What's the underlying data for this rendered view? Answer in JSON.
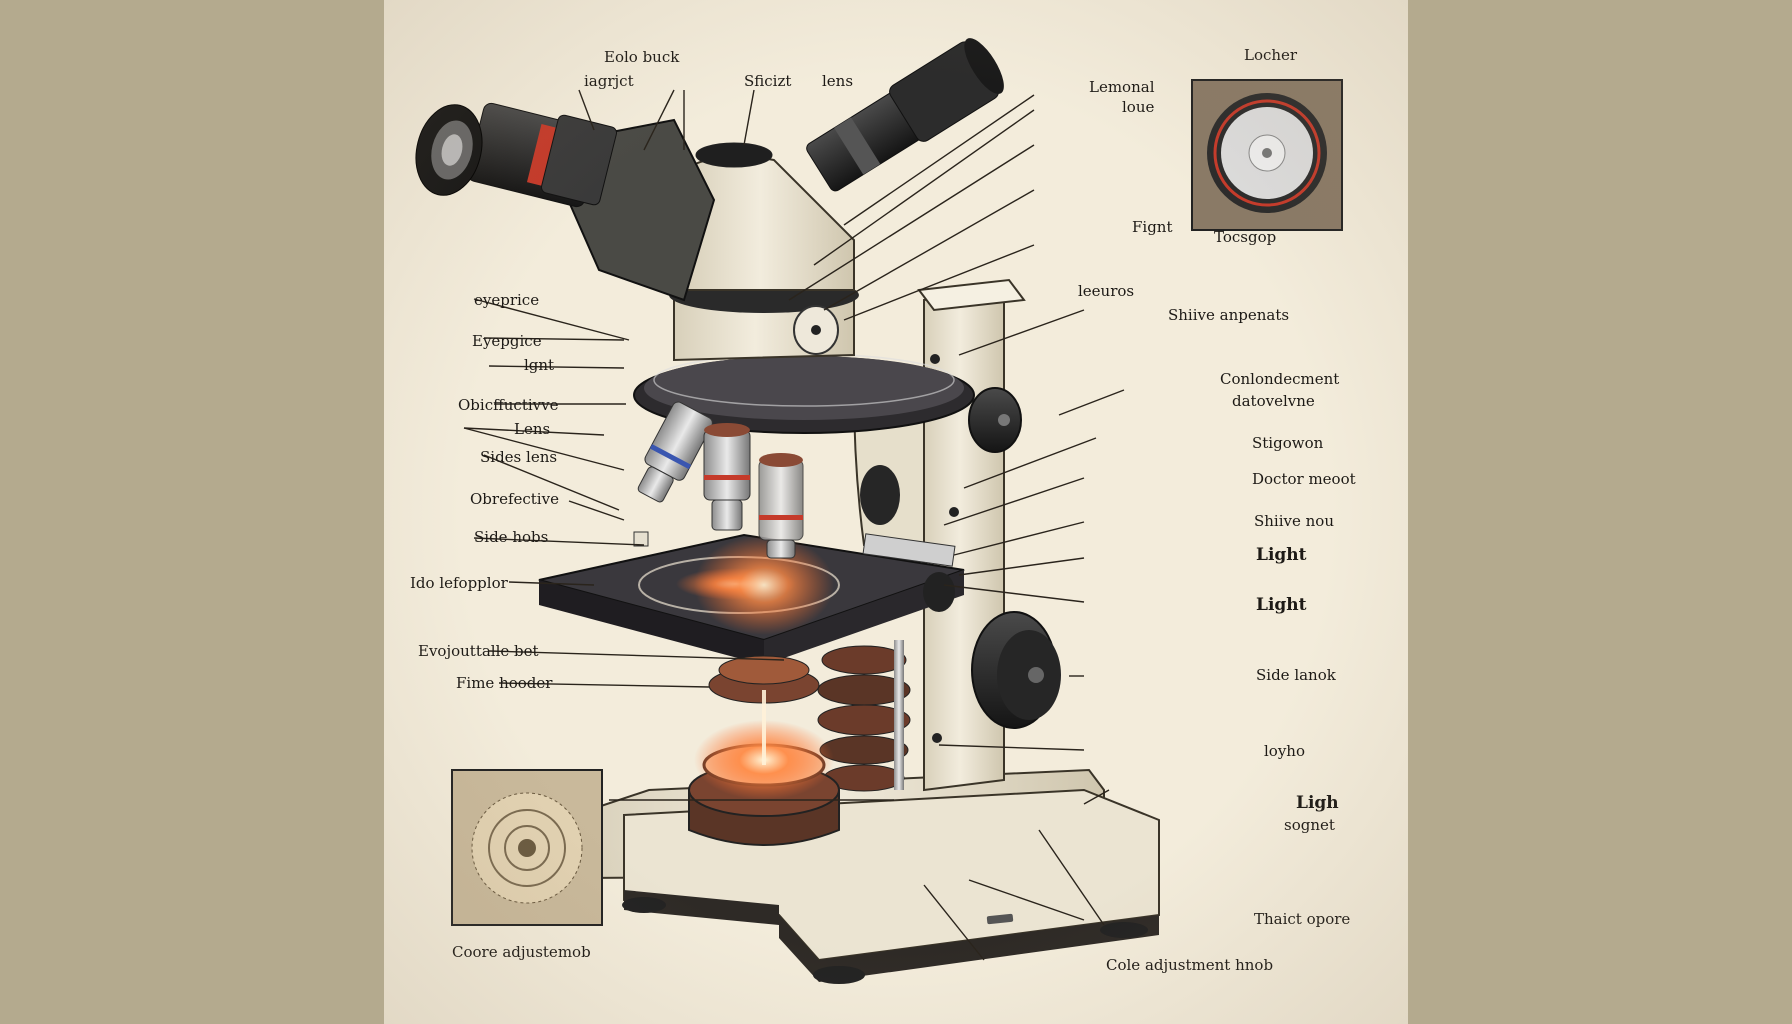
{
  "labels": {
    "eolo_buck": "Eolo buck",
    "iagrjct": "iagrjct",
    "sficizt": "Sficizt",
    "lens_top": "lens",
    "locher": "Locher",
    "lemonal": "Lemonal",
    "loue": "loue",
    "fignt": "Fignt",
    "tocsgop": "Tocsgop",
    "leeuros": "leeuros",
    "shiive_anpenats": "Shiive anpenats",
    "eyeprice": "eyeprice",
    "eyepgice": "Eyepgice",
    "lgnt": "lgnt",
    "obicffuctivve": "Obicffuctivve",
    "lens_mid": "Lens",
    "sides_lens": "Sides lens",
    "obrefective": "Obrefective",
    "side_hobs": "Side hobs",
    "ldo_lefopplor": "Ido lefopplor",
    "evojouttalle_bet": "Evojouttalle bet",
    "fime_hooder": "Fime hooder",
    "coore_adjustemob": "Coore adjustemob",
    "conlondecment": "Conlondecment",
    "datovelvne": "datovelvne",
    "stigowon": "Stigowon",
    "doctor_meoot": "Doctor meoot",
    "shiive_nou": "Shiive nou",
    "light_1": "Light",
    "light_2": "Light",
    "side_lanok": "Side lanok",
    "loyho": "loyho",
    "ligh": "Ligh",
    "sognet": "sognet",
    "thaict_opore": "Thaict opore",
    "cole_adjustment_hnob": "Cole adjustment hnob"
  },
  "colors": {
    "paper": "#f3ecdb",
    "side_band": "#b4aa8e",
    "body_cream": "#e9e2cf",
    "stage_black": "#2c2a2d",
    "metal_dark": "#2a2a2a",
    "accent_red": "#c53a2a",
    "accent_blue": "#3a56b0",
    "light_glow": "#ff7a3a"
  }
}
